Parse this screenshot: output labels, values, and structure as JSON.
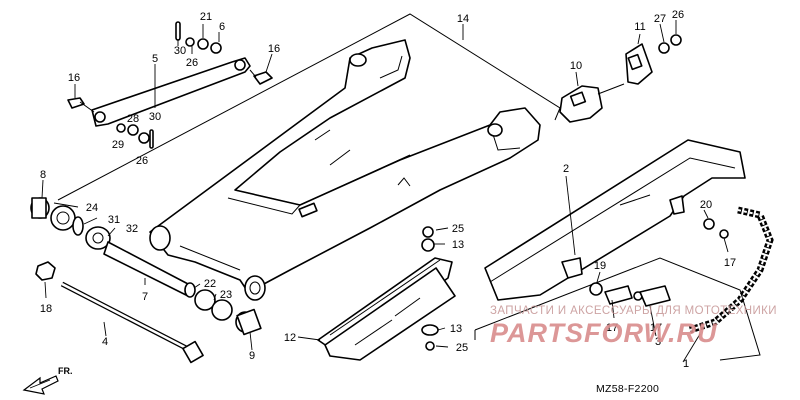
{
  "diagram": {
    "reference_code": "MZ58-F2200",
    "direction_label": "FR.",
    "watermark": {
      "caption": "ЗАПЧАСТИ И АКСЕССУАРЫ ДЛЯ МОТОТЕХНИКИ",
      "logo": "PARTSFORW.RU"
    },
    "callouts": {
      "c1": "1",
      "c2": "2",
      "c4": "4",
      "c5": "5",
      "c6": "6",
      "c7": "7",
      "c8": "8",
      "c9": "9",
      "c10": "10",
      "c11": "11",
      "c12": "12",
      "c13a": "13",
      "c13b": "13",
      "c14": "14",
      "c16a": "16",
      "c16b": "16",
      "c17a": "17",
      "c17b": "17",
      "c17c": "17",
      "c18": "18",
      "c19": "19",
      "c20": "20",
      "c21": "21",
      "c22": "22",
      "c23": "23",
      "c24": "24",
      "c25a": "25",
      "c25b": "25",
      "c26a": "26",
      "c26b": "26",
      "c26c": "26",
      "c27": "27",
      "c28": "28",
      "c29": "29",
      "c30a": "30",
      "c30b": "30",
      "c31": "31",
      "c32": "32",
      "c3": "3"
    }
  }
}
